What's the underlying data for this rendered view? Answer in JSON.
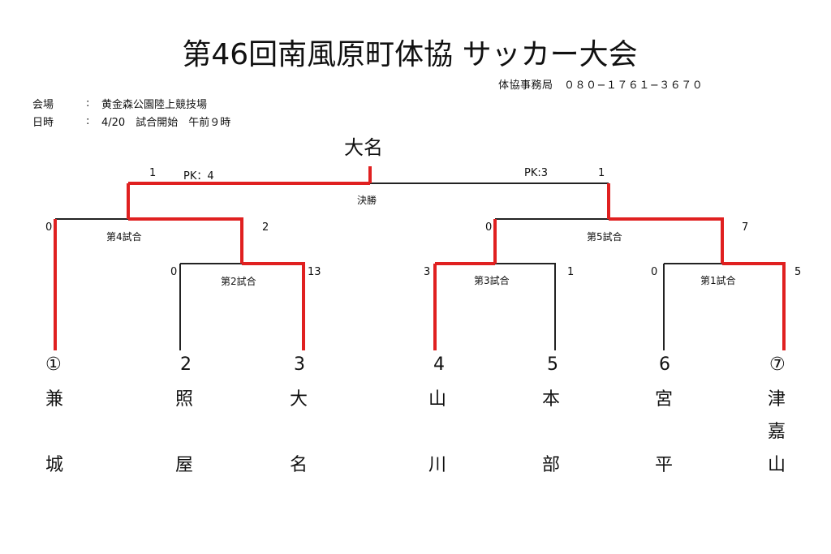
{
  "title": "第46回南風原町体協 サッカー大会",
  "contact": "体協事務局　０８０−１７６１−３６７０",
  "info": {
    "venue_label": "会場",
    "venue_colon": ":",
    "venue_value": "黄金森公園陸上競技場",
    "date_label": "日時",
    "date_colon": ":",
    "date_value": "4/20　試合開始　午前９時"
  },
  "champion": "大名",
  "matches": {
    "final": "決勝",
    "m4": "第4試合",
    "m5": "第5試合",
    "m2": "第2試合",
    "m3": "第3試合",
    "m1": "第1試合"
  },
  "scores": {
    "final_left": "1",
    "final_left_pk": "PK：4",
    "final_right_pk": "PK:3",
    "final_right": "1",
    "m4_left": "0",
    "m4_right": "2",
    "m5_left": "0",
    "m5_right": "7",
    "m2_left": "0",
    "m2_right": "13",
    "m3_left": "3",
    "m3_right": "1",
    "m1_left": "0",
    "m1_right": "5"
  },
  "teams": [
    {
      "seed": "①",
      "name": [
        "兼",
        "城"
      ]
    },
    {
      "seed": "2",
      "name": [
        "照",
        "屋"
      ]
    },
    {
      "seed": "3",
      "name": [
        "大",
        "名"
      ]
    },
    {
      "seed": "4",
      "name": [
        "山",
        "川"
      ]
    },
    {
      "seed": "5",
      "name": [
        "本",
        "部"
      ]
    },
    {
      "seed": "6",
      "name": [
        "宮",
        "平"
      ]
    },
    {
      "seed": "⑦",
      "name": [
        "津",
        "嘉",
        "山"
      ]
    }
  ],
  "colors": {
    "win_line": "#e02020",
    "lose_line": "#222222"
  }
}
